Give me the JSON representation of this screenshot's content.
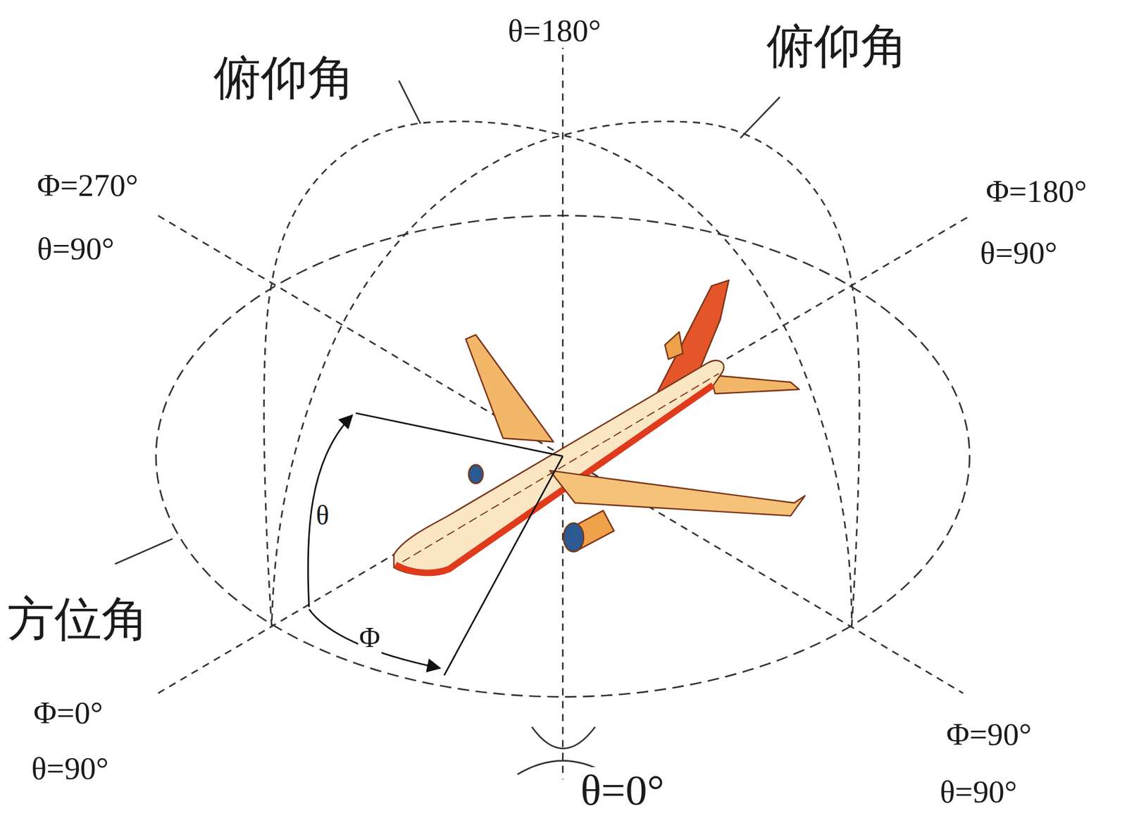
{
  "diagram": {
    "labels": [
      "θ=180°",
      "俯仰角",
      "俯仰角",
      "Φ=270°",
      "θ=90°",
      "Φ=180°",
      "θ=90°",
      "θ",
      "方位角",
      "Φ",
      "Φ=0°",
      "θ=90°",
      "θ=0°",
      "Φ=90°",
      "θ=90°"
    ]
  }
}
